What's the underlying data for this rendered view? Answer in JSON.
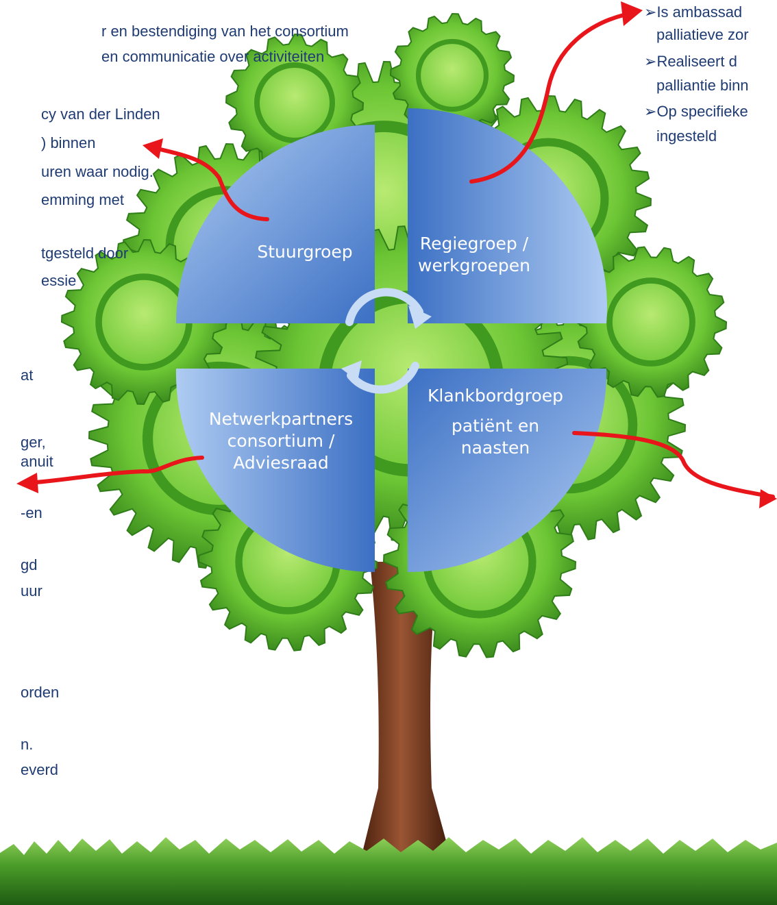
{
  "left_text": {
    "lines": [
      "r en bestendiging van het consortium",
      "en communicatie over activiteiten",
      "cy van der Linden",
      ") binnen",
      "uren waar nodig.",
      "emming met",
      "tgesteld door",
      "essie",
      "at",
      "ger,",
      "anuit",
      "-en",
      "gd",
      "uur",
      "orden",
      "n.",
      "everd"
    ]
  },
  "right_text": {
    "lines": [
      "Is ambassad",
      "palliatieve zor",
      "Realiseert  d",
      "palliantie binn",
      "Op specifieke",
      "ingesteld"
    ]
  },
  "quadrants": {
    "top_left": {
      "line1": "Stuurgroep"
    },
    "top_right": {
      "line1": "Regiegroep /",
      "line2": "werkgroepen"
    },
    "bottom_left": {
      "line1": "Netwerkpartners",
      "line2": "consortium /",
      "line3": "Adviesraad"
    },
    "bottom_right": {
      "line1": "Klankbordgroep",
      "line2": "patiënt en",
      "line3": "naasten"
    }
  },
  "colors": {
    "text": "#1f3b73",
    "quadrant_dark": "#3f74c8",
    "quadrant_light": "#a9c8f0",
    "arrow": "#e8161b",
    "gear": "#5eb82e",
    "trunk": "#7a3b1e",
    "grass": "#4c9e2a"
  },
  "icons": [
    "cycle-arrows-icon",
    "red-arrow-icon",
    "bullet-arrow-icon"
  ]
}
